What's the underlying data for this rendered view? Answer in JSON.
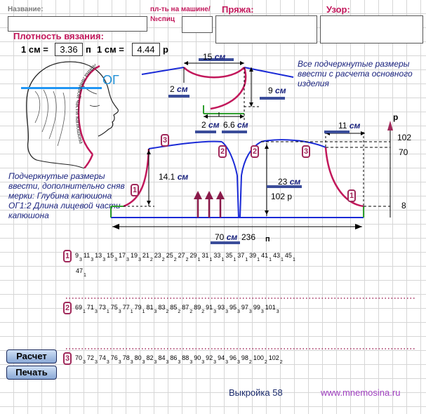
{
  "header": {
    "name_label": "Название:",
    "machine_label_line1": "пл-ть на машине/",
    "machine_label_line2": "№спиц",
    "yarn_label": "Пряжа:",
    "pattern_label": "Узор:"
  },
  "density": {
    "title": "Плотность вязания:",
    "cm_label_1": "1 см =",
    "stitches_value": "3.36",
    "stitches_unit": "п",
    "cm_label_2": "1 см =",
    "rows_value": "4.44",
    "rows_unit": "р"
  },
  "head_diagram": {
    "og_label": "ОГ",
    "curve_text": "длина лицевой части капюшона"
  },
  "notes": {
    "top_right": "Все подчеркнутые размеры ввести с расчета основного изделия",
    "left": "Подчеркнутые размеры ввести, дополнительно сняв мерки: Глубина капюшона ОГ1:2 Длина лицевой части капюшона"
  },
  "top_piece": {
    "width_value": "15",
    "left_drop_value": "2",
    "right_drop_value": "9",
    "bottom_left_value": "2",
    "bottom_right_value": "6.6",
    "unit": "см"
  },
  "main_piece": {
    "top_width_value": "11",
    "left_height_value": "14.1",
    "center_width_value": "23",
    "center_rows_value": "102 р",
    "bottom_width_value": "70",
    "bottom_stitches_value": "236",
    "bottom_stitches_unit": "п",
    "row_unit": "р",
    "unit": "см",
    "right_102": "102",
    "right_70": "70",
    "right_8": "8",
    "marker_1": "1",
    "marker_2": "2",
    "marker_3": "3"
  },
  "rows": [
    {
      "marker": "1",
      "numbers": [
        [
          "9",
          "3"
        ],
        [
          "11",
          "3"
        ],
        [
          "13",
          "3"
        ],
        [
          "15",
          "3"
        ],
        [
          "17",
          "3"
        ],
        [
          "19",
          "3"
        ],
        [
          "21",
          "2"
        ],
        [
          "23",
          "2"
        ],
        [
          "25",
          "2"
        ],
        [
          "27",
          "2"
        ],
        [
          "29",
          "1"
        ],
        [
          "31",
          "1"
        ],
        [
          "33",
          "1"
        ],
        [
          "35",
          "1"
        ],
        [
          "37",
          "1"
        ],
        [
          "39",
          "1"
        ],
        [
          "41",
          "1"
        ],
        [
          "43",
          "1"
        ],
        [
          "45",
          "1"
        ]
      ],
      "overflow": [
        [
          "47",
          "1"
        ]
      ]
    },
    {
      "marker": "2",
      "numbers": [
        [
          "69",
          "1"
        ],
        [
          "71",
          "3"
        ],
        [
          "73",
          "1"
        ],
        [
          "75",
          "3"
        ],
        [
          "77",
          "1"
        ],
        [
          "79",
          "1"
        ],
        [
          "81",
          "3"
        ],
        [
          "83",
          "2"
        ],
        [
          "85",
          "2"
        ],
        [
          "87",
          "2"
        ],
        [
          "89",
          "2"
        ],
        [
          "91",
          "3"
        ],
        [
          "93",
          "3"
        ],
        [
          "95",
          "3"
        ],
        [
          "97",
          "3"
        ],
        [
          "99",
          "3"
        ],
        [
          "101",
          "3"
        ]
      ],
      "overflow": []
    },
    {
      "marker": "3",
      "numbers": [
        [
          "70",
          "3"
        ],
        [
          "72",
          "3"
        ],
        [
          "74",
          "3"
        ],
        [
          "76",
          "3"
        ],
        [
          "78",
          "3"
        ],
        [
          "80",
          "3"
        ],
        [
          "82",
          "3"
        ],
        [
          "84",
          "3"
        ],
        [
          "86",
          "3"
        ],
        [
          "88",
          "3"
        ],
        [
          "90",
          "3"
        ],
        [
          "92",
          "3"
        ],
        [
          "94",
          "3"
        ],
        [
          "96",
          "3"
        ],
        [
          "98",
          "2"
        ],
        [
          "100",
          "2"
        ],
        [
          "102",
          "2"
        ]
      ],
      "overflow": []
    }
  ],
  "buttons": {
    "calc": "Расчет",
    "print": "Печать"
  },
  "footer": {
    "title": "Выкройка 58",
    "site": "www.mnemosina.ru"
  }
}
